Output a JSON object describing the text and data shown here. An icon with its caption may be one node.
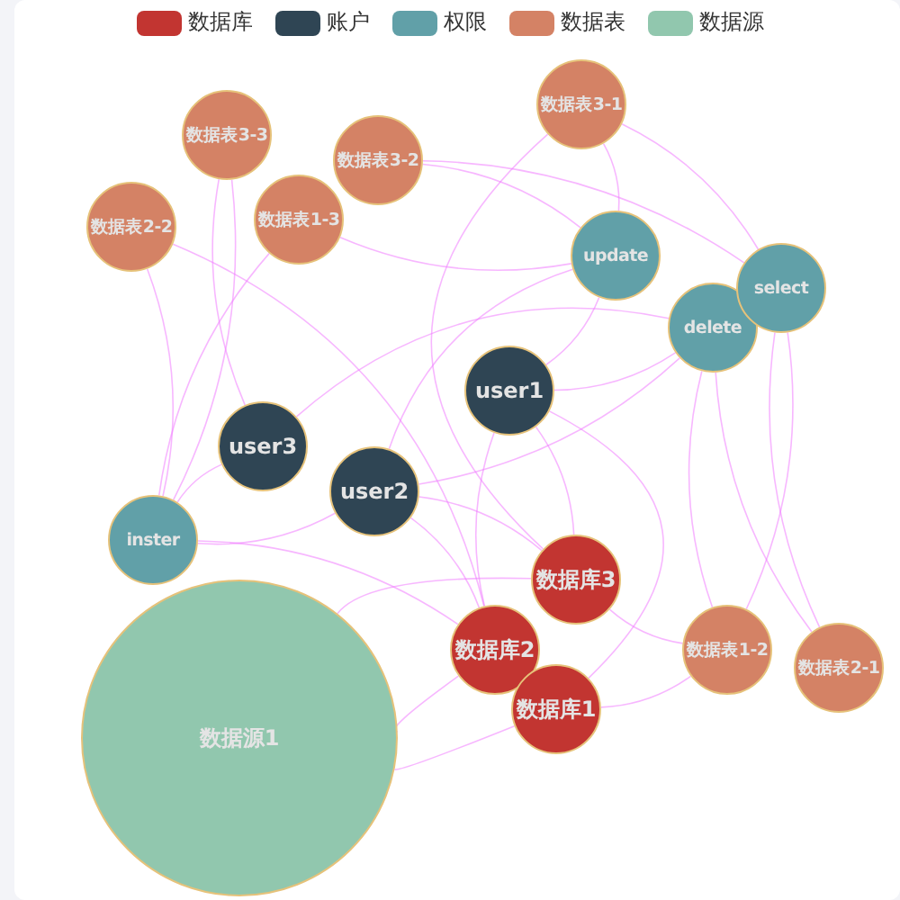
{
  "diagram": {
    "nodes": [
      {
        "text": [
          "数据表3-1"
        ]
      },
      {
        "text": [
          "数据表3-3"
        ]
      },
      {
        "text": [
          "数据表3-2"
        ]
      },
      {
        "text": [
          "数据表2-2"
        ]
      },
      {
        "text": [
          "数据表1-3"
        ]
      },
      {
        "text": [
          "update"
        ]
      },
      {
        "text": [
          "delete"
        ]
      },
      {
        "text": [
          "select"
        ]
      },
      {
        "text": [
          "user1"
        ]
      },
      {
        "text": [
          "user3"
        ]
      },
      {
        "text": [
          "user2"
        ]
      },
      {
        "text": [
          "inster"
        ]
      },
      {
        "text": [
          "数据库3"
        ]
      },
      {
        "text": [
          "数据库2"
        ]
      },
      {
        "text": [
          "数据库1"
        ]
      },
      {
        "text": [
          "数据表1-2"
        ]
      },
      {
        "text": [
          "数据表2-1"
        ]
      },
      {
        "text": [
          "数据源1"
        ]
      }
    ],
    "edges": [
      {
        "from": 17,
        "to": 12,
        "arrow": "none"
      },
      {
        "from": 17,
        "to": 13,
        "arrow": "none"
      },
      {
        "from": 17,
        "to": 14,
        "arrow": "none"
      },
      {
        "from": 12,
        "to": 8,
        "arrow": "none"
      },
      {
        "from": 12,
        "to": 10,
        "arrow": "none"
      },
      {
        "from": 13,
        "to": 8,
        "arrow": "none"
      },
      {
        "from": 13,
        "to": 10,
        "arrow": "none"
      },
      {
        "from": 14,
        "to": 8,
        "arrow": "none"
      },
      {
        "from": 13,
        "to": 11,
        "arrow": "none"
      },
      {
        "from": 8,
        "to": 5,
        "arrow": "none"
      },
      {
        "from": 8,
        "to": 6,
        "arrow": "none"
      },
      {
        "from": 15,
        "to": 7,
        "arrow": "none"
      },
      {
        "from": 9,
        "to": 11,
        "arrow": "none"
      },
      {
        "from": 9,
        "to": 6,
        "arrow": "none"
      },
      {
        "from": 10,
        "to": 5,
        "arrow": "none"
      },
      {
        "from": 10,
        "to": 11,
        "arrow": "none"
      },
      {
        "from": 10,
        "to": 6,
        "arrow": "none"
      },
      {
        "from": 5,
        "to": 0,
        "arrow": "none"
      },
      {
        "from": 5,
        "to": 2,
        "arrow": "none"
      },
      {
        "from": 5,
        "to": 4,
        "arrow": "none"
      },
      {
        "from": 9,
        "to": 1,
        "arrow": "none"
      },
      {
        "from": 6,
        "to": 15,
        "arrow": "none"
      },
      {
        "from": 6,
        "to": 16,
        "arrow": "none"
      },
      {
        "from": 7,
        "to": 0,
        "arrow": "none"
      },
      {
        "from": 7,
        "to": 2,
        "arrow": "none"
      },
      {
        "from": 7,
        "to": 16,
        "arrow": "none"
      },
      {
        "from": 11,
        "to": 3,
        "arrow": "none"
      },
      {
        "from": 11,
        "to": 1,
        "arrow": "none"
      },
      {
        "from": 11,
        "to": 4,
        "arrow": "none"
      },
      {
        "from": 12,
        "to": 15,
        "arrow": "none"
      },
      {
        "from": 13,
        "to": 3,
        "arrow": "none"
      },
      {
        "from": 14,
        "to": 15,
        "arrow": "none"
      },
      {
        "from": 12,
        "to": 0,
        "arrow": "none"
      }
    ],
    "legend": [
      {
        "text": "数据库",
        "color": "#c23531"
      },
      {
        "text": "账户",
        "color": "#2f4554"
      },
      {
        "text": "权限",
        "color": "#61a0a8"
      },
      {
        "text": "数据表",
        "color": "#d48265"
      },
      {
        "text": "数据源",
        "color": "#91c7ae"
      }
    ]
  }
}
